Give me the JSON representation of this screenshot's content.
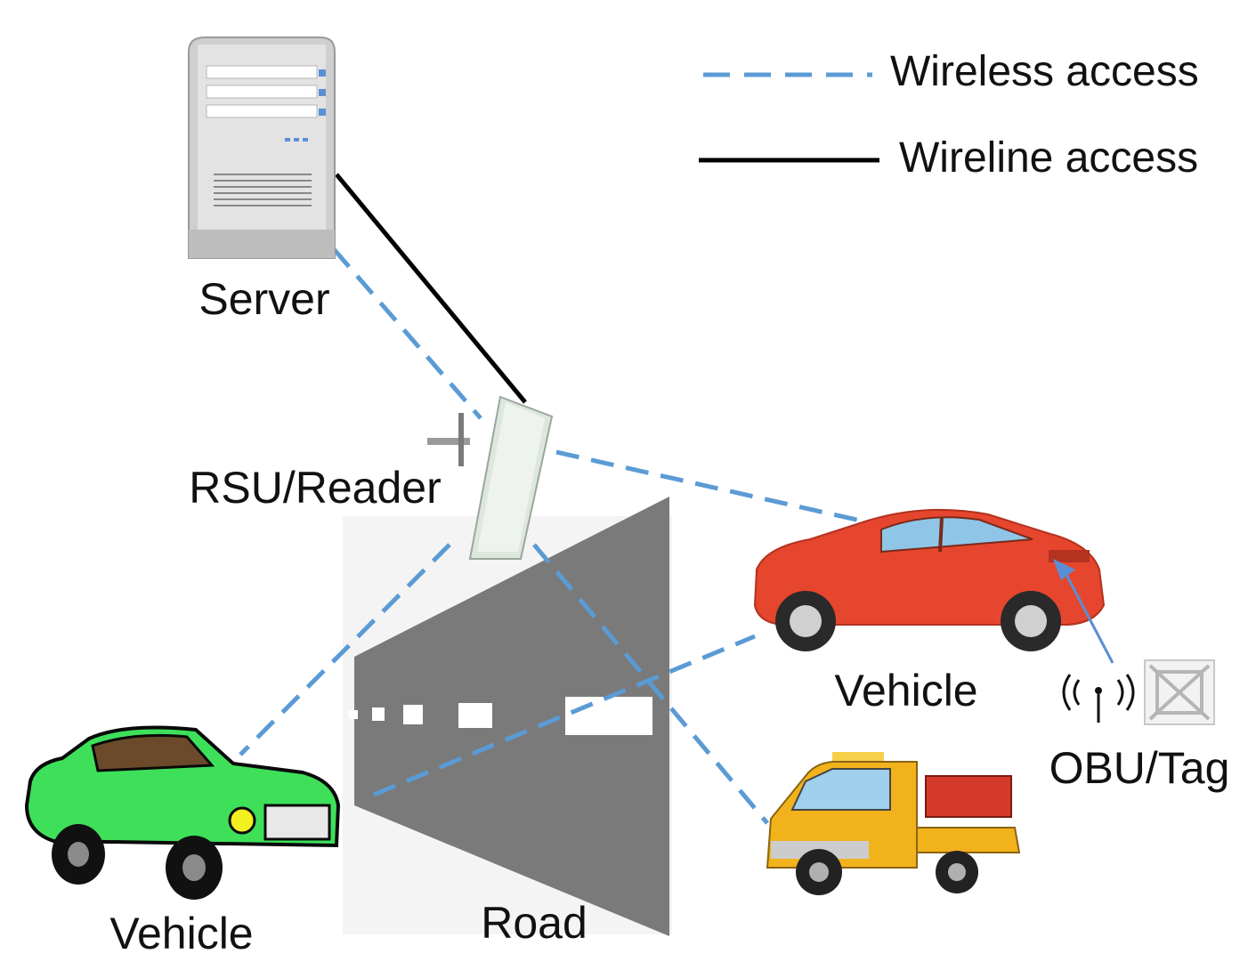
{
  "legend": {
    "wireless": {
      "label": "Wireless access",
      "color": "#5b9bd5"
    },
    "wireline": {
      "label": "Wireline access",
      "color": "#000000"
    }
  },
  "nodes": {
    "server": {
      "label": "Server",
      "icon": "server-icon"
    },
    "rsu": {
      "label": "RSU/Reader",
      "icon": "antenna-panel-icon"
    },
    "vehicle_red": {
      "label": "Vehicle",
      "icon": "red-car-icon"
    },
    "vehicle_green": {
      "label": "Vehicle",
      "icon": "green-car-icon"
    },
    "tow_truck": {
      "icon": "tow-truck-icon"
    },
    "obu": {
      "label": "OBU/Tag",
      "icon": "rfid-tag-icon"
    },
    "road": {
      "label": "Road",
      "icon": "road-icon"
    }
  },
  "colors": {
    "road": "#7a7a7a",
    "red_car": "#e5462d",
    "green_car": "#3ee05a",
    "truck": "#f2b21c",
    "server": "#d9d9d9"
  }
}
